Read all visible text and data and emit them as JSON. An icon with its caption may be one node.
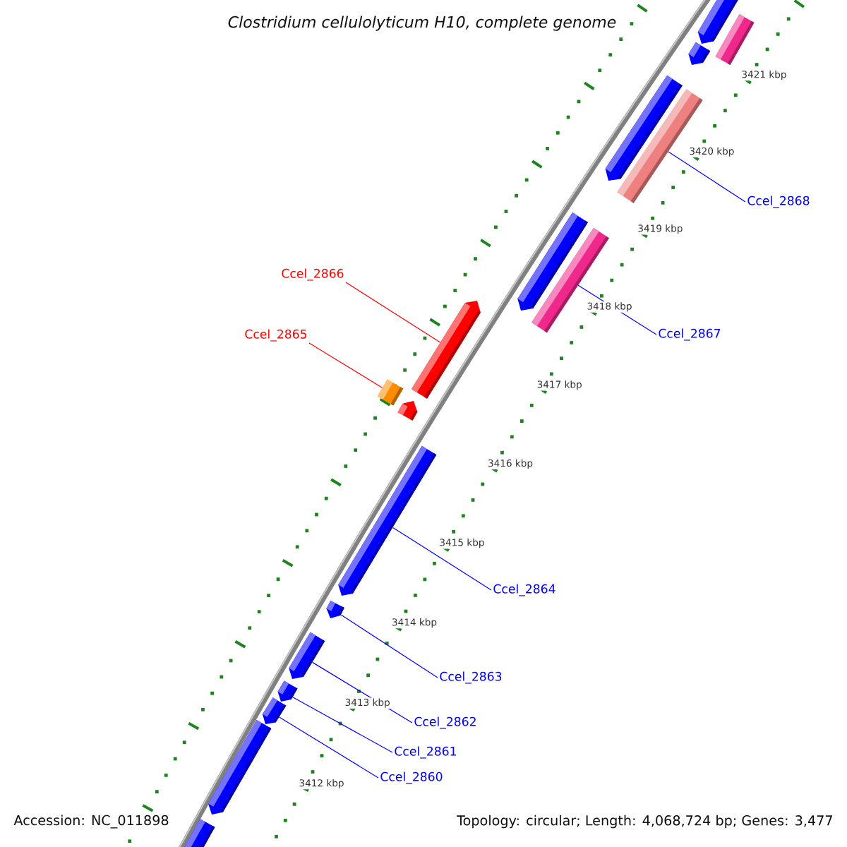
{
  "diagram": {
    "title": "Clostridium cellulolyticum H10, complete genome",
    "nodes": [
      {
        "text": [],
        "shape": "arrow"
      },
      {
        "text": [],
        "shape": "arrow"
      },
      {
        "text": [],
        "shape": "bar"
      },
      {
        "text": [],
        "shape": "arrow"
      },
      {
        "text": [],
        "shape": "bar"
      },
      {
        "text": [],
        "shape": "arrow"
      },
      {
        "text": [],
        "shape": "bar"
      },
      {
        "text": [],
        "shape": "arrow"
      },
      {
        "text": [],
        "shape": "bar"
      },
      {
        "text": [],
        "shape": "arrow"
      },
      {
        "text": [],
        "shape": "arrow"
      },
      {
        "text": [],
        "shape": "arrow"
      },
      {
        "text": [],
        "shape": "arrow"
      },
      {
        "text": [],
        "shape": "arrow"
      },
      {
        "text": [],
        "shape": "arrow"
      },
      {
        "text": [],
        "shape": "arrow"
      },
      {
        "text": [],
        "shape": "arrow"
      },
      {
        "text": [
          "Ccel_2868"
        ]
      },
      {
        "text": [
          "Ccel_2867"
        ]
      },
      {
        "text": [
          "Ccel_2866"
        ]
      },
      {
        "text": [
          "Ccel_2865"
        ]
      },
      {
        "text": [
          "Ccel_2864"
        ]
      },
      {
        "text": [
          "Ccel_2863"
        ]
      },
      {
        "text": [
          "Ccel_2862"
        ]
      },
      {
        "text": [
          "Ccel_2861"
        ]
      },
      {
        "text": [
          "Ccel_2860"
        ]
      }
    ],
    "edges": [
      {
        "from": 17,
        "to": 4,
        "arrow": "none"
      },
      {
        "from": 18,
        "to": 6,
        "arrow": "none"
      },
      {
        "from": 19,
        "to": 7,
        "arrow": "none",
        "color": "#ff0000"
      },
      {
        "from": 20,
        "to": 8,
        "arrow": "none",
        "color": "#ff0000"
      },
      {
        "from": 21,
        "to": 10,
        "arrow": "none"
      },
      {
        "from": 22,
        "to": 11,
        "arrow": "none"
      },
      {
        "from": 23,
        "to": 12,
        "arrow": "none"
      },
      {
        "from": 24,
        "to": 13,
        "arrow": "none"
      },
      {
        "from": 25,
        "to": 14,
        "arrow": "none"
      }
    ],
    "labels": [
      "3421 kbp",
      "3420 kbp",
      "3419 kbp",
      "3418 kbp",
      "3417 kbp",
      "3416 kbp",
      "3415 kbp",
      "3414 kbp",
      "3413 kbp",
      "3412 kbp",
      "Accession: NC_011898",
      "Topology: circular; Length: 4,068,724 bp; Genes: 3,477"
    ]
  }
}
